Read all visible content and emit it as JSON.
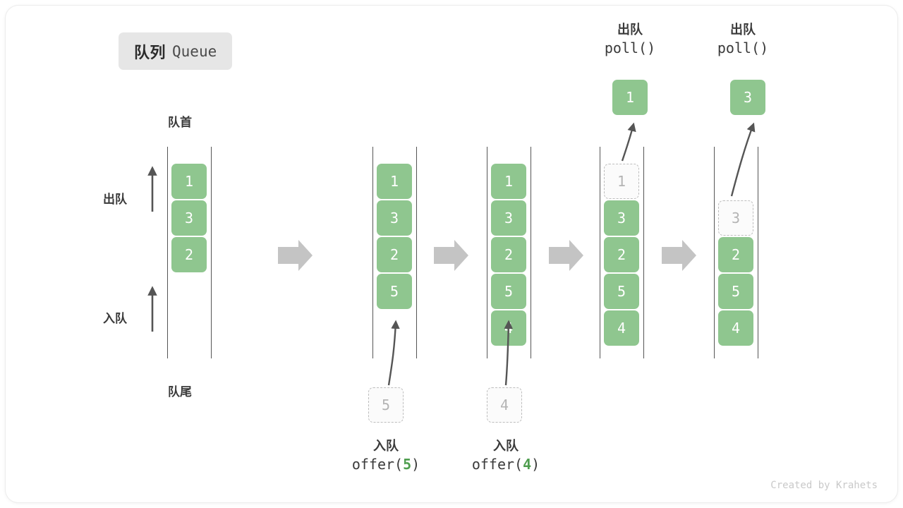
{
  "title": {
    "cn": "队列",
    "en": "Queue"
  },
  "labels": {
    "head": "队首",
    "tail": "队尾",
    "dequeue_side": "出队",
    "enqueue_side": "入队"
  },
  "colors": {
    "element": "#8fc68f",
    "element_text": "#ffffff",
    "ghost_border": "#bdbdbd",
    "ghost_text": "#b4b4b4",
    "rail": "#555555",
    "flow_arrow": "#c4c4c4",
    "accent_num": "#4f9e4f",
    "badge_bg": "#e6e6e6",
    "text": "#3a3a3a"
  },
  "steps": [
    {
      "name": "initial",
      "items": [
        "1",
        "3",
        "2"
      ],
      "ghost_index": -1
    },
    {
      "name": "after-offer-5",
      "items": [
        "1",
        "3",
        "2",
        "5"
      ],
      "ghost_index": -1
    },
    {
      "name": "after-offer-4",
      "items": [
        "1",
        "3",
        "2",
        "5",
        "4"
      ],
      "ghost_index": -1
    },
    {
      "name": "after-poll-1",
      "items": [
        "1",
        "3",
        "2",
        "5",
        "4"
      ],
      "ghost_index": 0
    },
    {
      "name": "after-poll-3",
      "items": [
        "3",
        "2",
        "5",
        "4"
      ],
      "ghost_index": 0
    }
  ],
  "operations": {
    "offer5": {
      "line1": "入队",
      "fn_pre": "offer(",
      "arg": "5",
      "fn_post": ")",
      "ghost_value": "5"
    },
    "offer4": {
      "line1": "入队",
      "fn_pre": "offer(",
      "arg": "4",
      "fn_post": ")",
      "ghost_value": "4"
    },
    "poll1": {
      "line1": "出队",
      "fn_pre": "poll(",
      "arg": "",
      "fn_post": ")",
      "result_value": "1"
    },
    "poll3": {
      "line1": "出队",
      "fn_pre": "poll(",
      "arg": "",
      "fn_post": ")",
      "result_value": "3"
    }
  },
  "footer": "Created by Krahets"
}
